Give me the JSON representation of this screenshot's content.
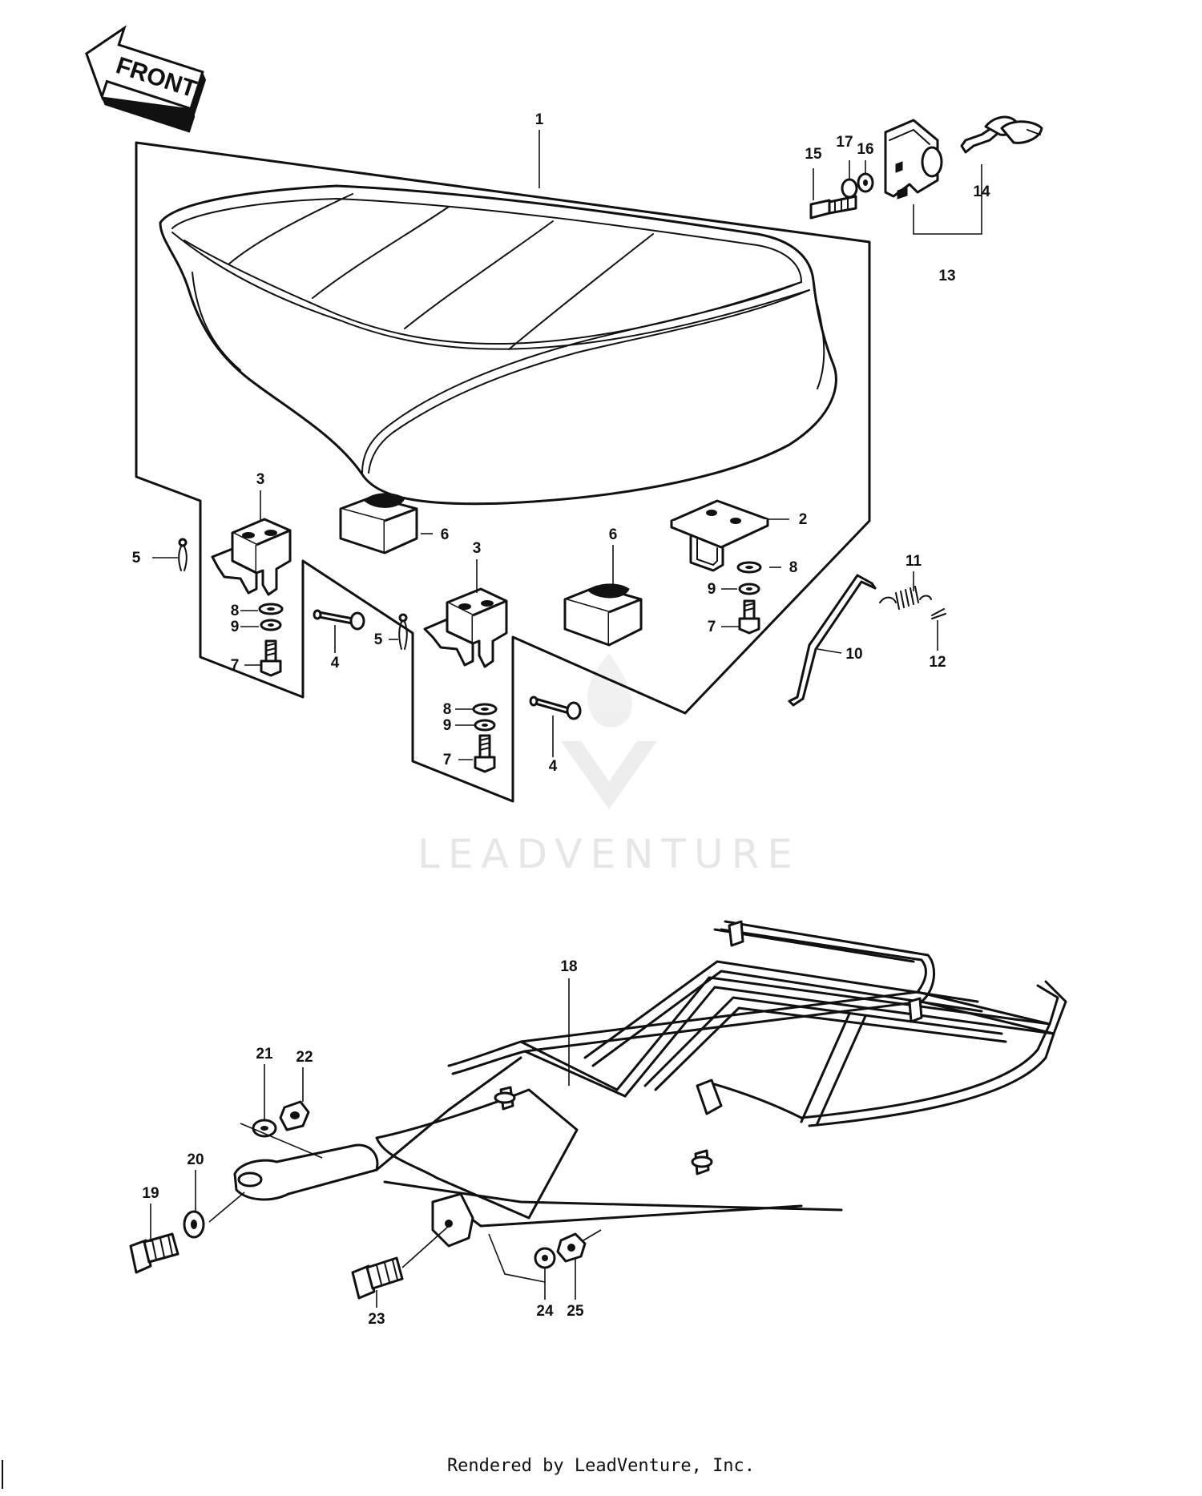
{
  "front_arrow": {
    "label": "FRONT"
  },
  "callouts": [
    "1",
    "2",
    "3",
    "3",
    "4",
    "4",
    "5",
    "5",
    "6",
    "6",
    "7",
    "7",
    "7",
    "8",
    "8",
    "8",
    "9",
    "9",
    "9",
    "10",
    "11",
    "12",
    "13",
    "14",
    "15",
    "16",
    "17",
    "18",
    "19",
    "20",
    "21",
    "22",
    "23",
    "24",
    "25"
  ],
  "watermark": {
    "text": "LEADVENTURE",
    "icon": "leadventure-flame-v-logo"
  },
  "footer": {
    "text": "Rendered by LeadVenture, Inc."
  }
}
